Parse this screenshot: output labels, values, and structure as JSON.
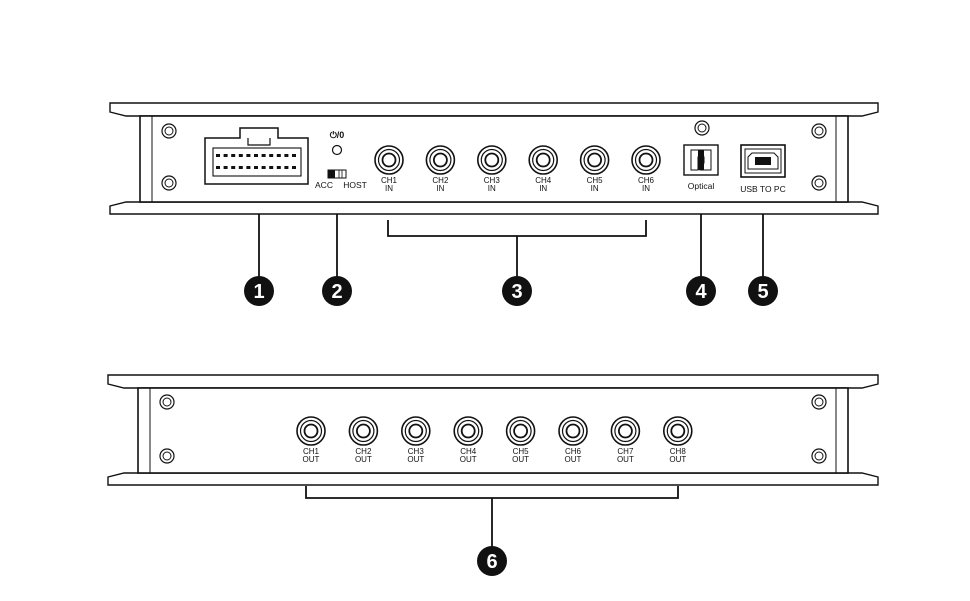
{
  "front_panel": {
    "power_symbol": "⏻/0",
    "switch_labels": {
      "left": "ACC",
      "right": "HOST"
    },
    "inputs": [
      {
        "line1": "CH1",
        "line2": "IN"
      },
      {
        "line1": "CH2",
        "line2": "IN"
      },
      {
        "line1": "CH3",
        "line2": "IN"
      },
      {
        "line1": "CH4",
        "line2": "IN"
      },
      {
        "line1": "CH5",
        "line2": "IN"
      },
      {
        "line1": "CH6",
        "line2": "IN"
      }
    ],
    "optical_label": "Optical",
    "usb_label": "USB TO PC"
  },
  "rear_panel": {
    "outputs": [
      {
        "line1": "CH1",
        "line2": "OUT"
      },
      {
        "line1": "CH2",
        "line2": "OUT"
      },
      {
        "line1": "CH3",
        "line2": "OUT"
      },
      {
        "line1": "CH4",
        "line2": "OUT"
      },
      {
        "line1": "CH5",
        "line2": "OUT"
      },
      {
        "line1": "CH6",
        "line2": "OUT"
      },
      {
        "line1": "CH7",
        "line2": "OUT"
      },
      {
        "line1": "CH8",
        "line2": "OUT"
      }
    ]
  },
  "callouts": [
    "1",
    "2",
    "3",
    "4",
    "5",
    "6"
  ]
}
